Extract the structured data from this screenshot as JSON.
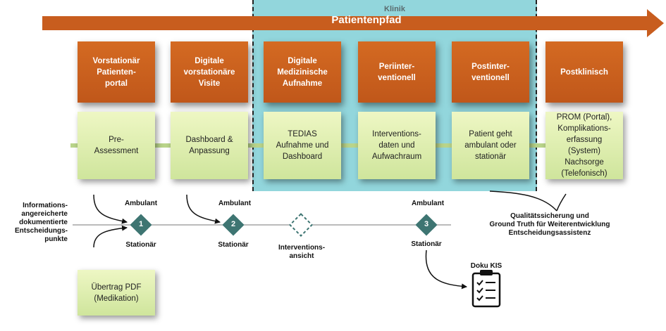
{
  "clinic_label": "Klinik",
  "path_label": "Patientenpfad",
  "stages": [
    "Vorstationär\nPatienten-\nportal",
    "Digitale\nvorstationäre\nVisite",
    "Digitale\nMedizinische\nAufnahme",
    "Periinter-\nventionell",
    "Postinter-\nventionell",
    "Postklinisch"
  ],
  "details": [
    "Pre-\nAssessment",
    "Dashboard &\nAnpassung",
    "TEDIAS\nAufnahme und\nDashboard",
    "Interventions-\ndaten und\nAufwachraum",
    "Patient geht\nambulant oder\nstationär",
    "PROM (Portal),\nKomplikations-\nerfassung\n(System)\nNachsorge\n(Telefonisch)"
  ],
  "info_label": "Informations-\nangereicherte\ndokumentierte\nEntscheidungs-\npunkte",
  "decisions": [
    {
      "number": "1",
      "top_label": "Ambulant",
      "bottom_label": "Stationär"
    },
    {
      "number": "2",
      "top_label": "Ambulant",
      "bottom_label": "Stationär"
    },
    {
      "number": "3",
      "top_label": "Ambulant",
      "bottom_label": "Stationär"
    }
  ],
  "intervention_view_label": "Interventions-\nansicht",
  "pdf_box": "Übertrag PDF\n(Medikation)",
  "quality_label": "Qualitätssicherung und\nGround Truth für Weiterentwicklung\nEntscheidungsassistenz",
  "doku_label": "Doku KIS",
  "colors": {
    "orange": "#c85d1e",
    "teal": "#92d6dc",
    "diamond": "#3e7572",
    "green": "#d7eaa8"
  }
}
